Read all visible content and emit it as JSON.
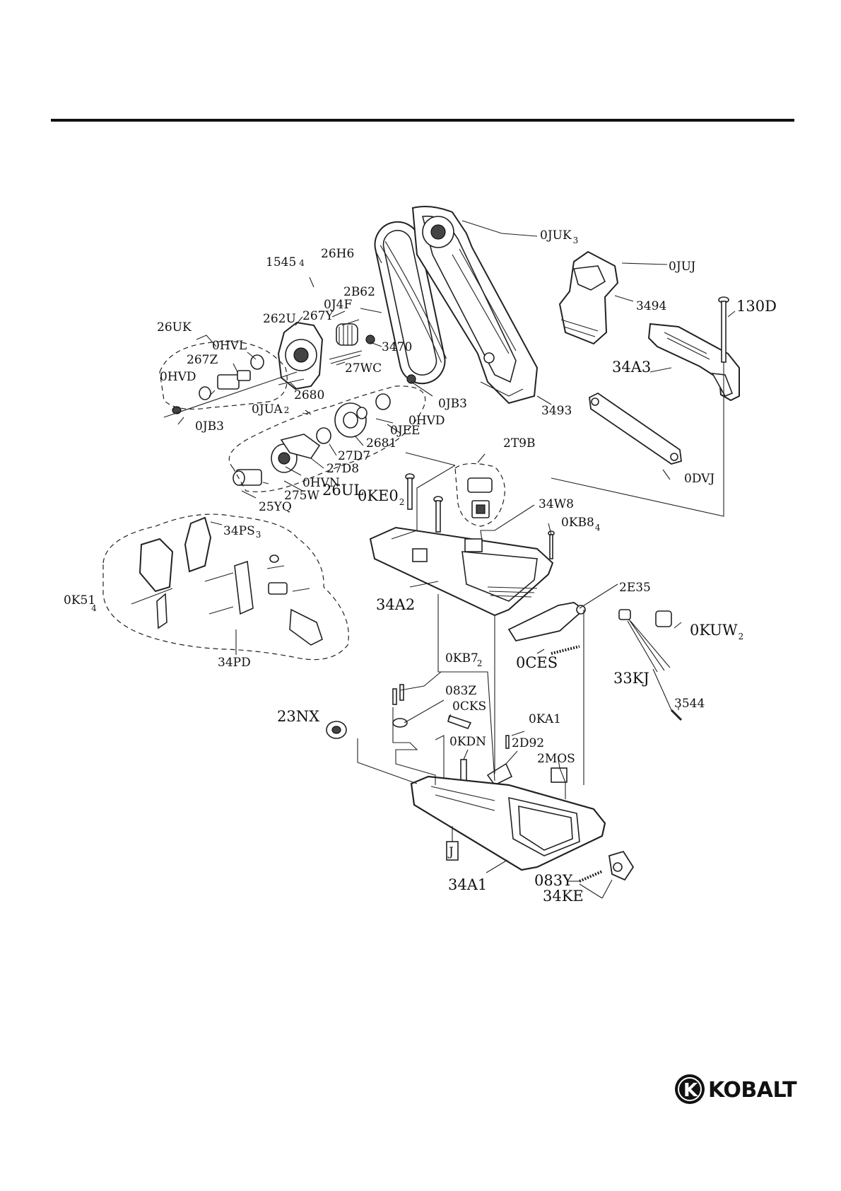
{
  "brand": {
    "logo_name": "KOBALT",
    "emblem_letter": "K"
  },
  "labels": {
    "p_0JUK": {
      "main": "0JUK",
      "sub": "3"
    },
    "p_0JUJ": {
      "main": "0JUJ"
    },
    "p_26H6": {
      "main": "26H6"
    },
    "p_1545": {
      "main": "1545",
      "sub": "4"
    },
    "p_2B62": {
      "main": "2B62"
    },
    "p_0J4F": {
      "main": "0J4F"
    },
    "p_262U": {
      "main": "262U"
    },
    "p_267Y": {
      "main": "267Y"
    },
    "p_26UK": {
      "main": "26UK"
    },
    "p_0HVL": {
      "main": "0HVL"
    },
    "p_3470": {
      "main": "3470"
    },
    "p_3494": {
      "main": "3494"
    },
    "p_130D": {
      "main": "130D"
    },
    "p_267Z": {
      "main": "267Z"
    },
    "p_27WC": {
      "main": "27WC"
    },
    "p_0HVD_a": {
      "main": "0HVD"
    },
    "p_34A3": {
      "main": "34A3"
    },
    "p_2680": {
      "main": "2680"
    },
    "p_0JB3_a": {
      "main": "0JB3"
    },
    "p_0JUA": {
      "main": "0JUA",
      "sub": "2"
    },
    "p_0HVD_b": {
      "main": "0HVD"
    },
    "p_3493": {
      "main": "3493"
    },
    "p_0JB3_b": {
      "main": "0JB3"
    },
    "p_0JEE": {
      "main": "0JEE"
    },
    "p_2681": {
      "main": "2681"
    },
    "p_27D7": {
      "main": "27D7"
    },
    "p_2T9B": {
      "main": "2T9B"
    },
    "p_27D8": {
      "main": "27D8"
    },
    "p_0DVJ": {
      "main": "0DVJ"
    },
    "p_0HVN": {
      "main": "0HVN"
    },
    "p_0KE0": {
      "main": "0KE0",
      "sub": "2"
    },
    "p_275W": {
      "main": "275W"
    },
    "p_26UL": {
      "main": "26UL"
    },
    "p_34W8": {
      "main": "34W8"
    },
    "p_25YQ": {
      "main": "25YQ"
    },
    "p_0KB8": {
      "main": "0KB8",
      "sub": "4"
    },
    "p_34PS": {
      "main": "34PS",
      "sub": "3"
    },
    "p_34A2": {
      "main": "34A2"
    },
    "p_2E35": {
      "main": "2E35"
    },
    "p_0K51": {
      "main": "0K51",
      "sub": "4"
    },
    "p_0KUW": {
      "main": "0KUW",
      "sub": "2"
    },
    "p_34PD": {
      "main": "34PD"
    },
    "p_0KB7": {
      "main": "0KB7",
      "sub": "2"
    },
    "p_0CES": {
      "main": "0CES"
    },
    "p_33KJ": {
      "main": "33KJ"
    },
    "p_083Z": {
      "main": "083Z"
    },
    "p_0CKS": {
      "main": "0CKS"
    },
    "p_3544": {
      "main": "3544"
    },
    "p_23NX": {
      "main": "23NX"
    },
    "p_0KA1": {
      "main": "0KA1"
    },
    "p_0KDN": {
      "main": "0KDN"
    },
    "p_2D92": {
      "main": "2D92"
    },
    "p_2MOS": {
      "main": "2MOS"
    },
    "p_J": {
      "main": "J"
    },
    "p_34A1": {
      "main": "34A1"
    },
    "p_083Y": {
      "main": "083Y"
    },
    "p_34KE": {
      "main": "34KE"
    }
  }
}
